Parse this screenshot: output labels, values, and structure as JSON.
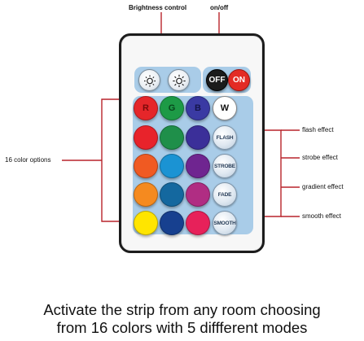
{
  "callouts": {
    "brightness": "Brightness control",
    "onoff": "on/off",
    "colors": "16 color options",
    "flash": "flash effect",
    "strobe": "strobe effect",
    "gradient": "gradient effect",
    "smooth": "smooth effect"
  },
  "remote": {
    "off_label": "OFF",
    "on_label": "ON",
    "top_row": [
      {
        "label": "R",
        "color": "#e5262a",
        "text_color": "#7a0a0a"
      },
      {
        "label": "G",
        "color": "#1d9a46",
        "text_color": "#07461c"
      },
      {
        "label": "B",
        "color": "#3a3aa3",
        "text_color": "#14144a"
      },
      {
        "label": "W",
        "color": "#ffffff",
        "text_color": "#111111"
      }
    ],
    "color_grid": [
      [
        "#e8232b",
        "#1f8f4a",
        "#3b2f99"
      ],
      [
        "#f05a22",
        "#1b93d3",
        "#6f2590"
      ],
      [
        "#f58a1f",
        "#14689f",
        "#b02d83"
      ],
      [
        "#ffe500",
        "#17408f",
        "#e7215a"
      ]
    ],
    "modes": [
      "FLASH",
      "STROBE",
      "FADE",
      "SMOOTH"
    ]
  },
  "caption": {
    "line1": "Activate the strip from any room choosing",
    "line2": "from 16 colors with 5 diffferent modes"
  }
}
